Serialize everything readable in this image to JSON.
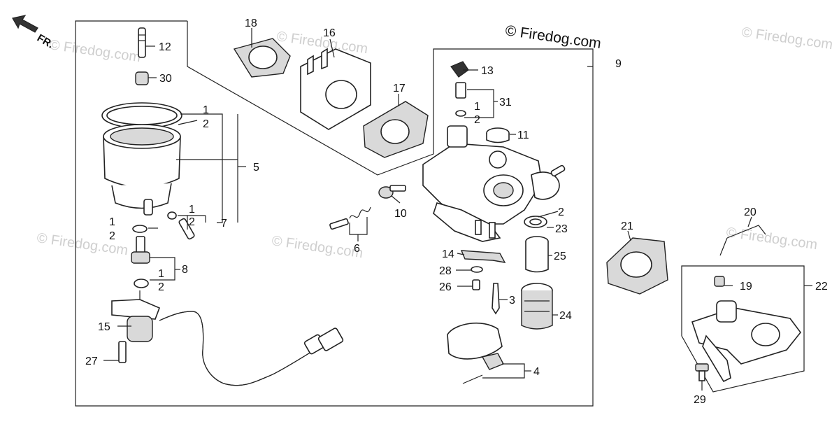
{
  "watermark": {
    "main": "© Firedog.com",
    "faint": "© Firedog.com"
  },
  "direction_marker": "FR.",
  "callouts": {
    "n1": "1",
    "n2": "2",
    "n3": "3",
    "n4": "4",
    "n5": "5",
    "n6": "6",
    "n7": "7",
    "n8": "8",
    "n9": "9",
    "n10": "10",
    "n11": "11",
    "n12": "12",
    "n13": "13",
    "n14": "14",
    "n15": "15",
    "n16": "16",
    "n17": "17",
    "n18": "18",
    "n19": "19",
    "n20": "20",
    "n21": "21",
    "n22": "22",
    "n23": "23",
    "n24": "24",
    "n25": "25",
    "n26": "26",
    "n27": "27",
    "n28": "28",
    "n29": "29",
    "n30": "30",
    "n31": "31"
  }
}
